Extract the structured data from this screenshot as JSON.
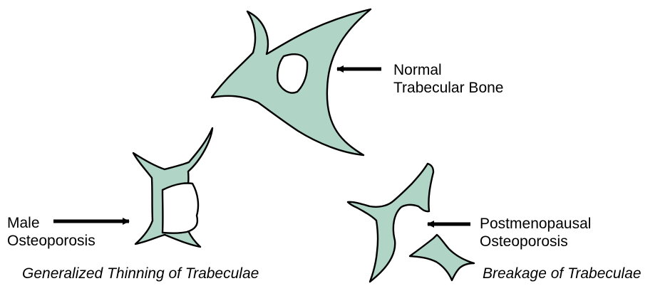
{
  "colors": {
    "bone_fill": "#b0d4c5",
    "outline": "#000000",
    "text": "#000000"
  },
  "labels": {
    "normal": {
      "line1": "Normal",
      "line2": "Trabecular Bone"
    },
    "male": {
      "line1": "Male",
      "line2": "Osteoporosis"
    },
    "postmenopausal": {
      "line1": "Postmenopausal",
      "line2": "Osteoporosis"
    }
  },
  "captions": {
    "male": "Generalized Thinning of Trabeculae",
    "postmenopausal": "Breakage of Trabeculae"
  }
}
